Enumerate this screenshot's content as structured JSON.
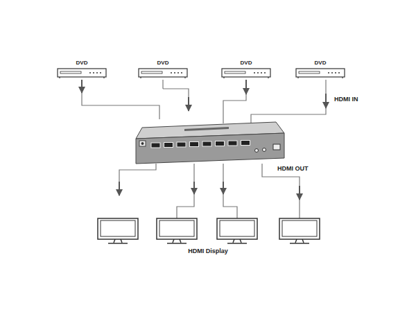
{
  "diagram": {
    "nodes": [
      {
        "text": [
          "DVD"
        ]
      },
      {
        "text": [
          "DVD"
        ]
      },
      {
        "text": [
          "DVD"
        ]
      },
      {
        "text": [
          "DVD"
        ]
      }
    ],
    "labels": [
      "HDMI IN",
      "HDMI OUT",
      "HDMI Display"
    ]
  }
}
